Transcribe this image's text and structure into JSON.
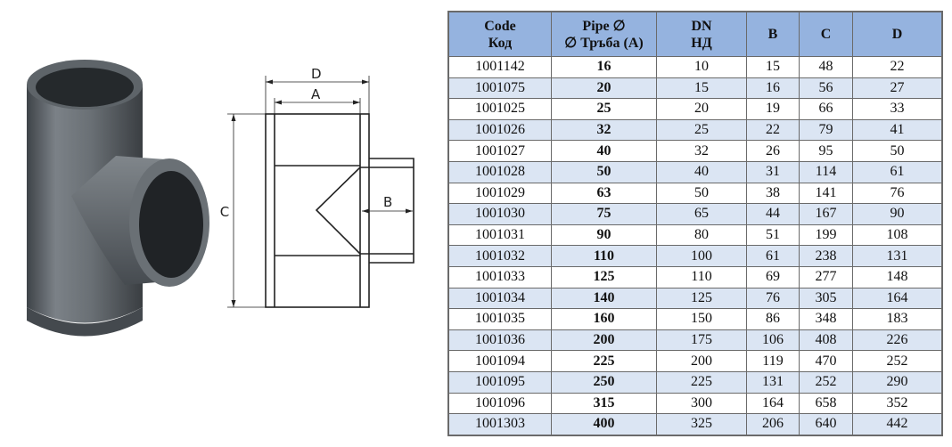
{
  "drawing": {
    "labels": {
      "d": "D",
      "a": "A",
      "b": "B",
      "c": "C"
    }
  },
  "table": {
    "headers": [
      {
        "line1": "Code",
        "line2": "Код"
      },
      {
        "line1": "Pipe ∅",
        "line2": "∅ Тръба (A)"
      },
      {
        "line1": "DN",
        "line2": "НД"
      },
      {
        "line1": "B",
        "line2": ""
      },
      {
        "line1": "C",
        "line2": ""
      },
      {
        "line1": "D",
        "line2": ""
      }
    ],
    "rows": [
      [
        "1001142",
        "16",
        "10",
        "15",
        "48",
        "22"
      ],
      [
        "1001075",
        "20",
        "15",
        "16",
        "56",
        "27"
      ],
      [
        "1001025",
        "25",
        "20",
        "19",
        "66",
        "33"
      ],
      [
        "1001026",
        "32",
        "25",
        "22",
        "79",
        "41"
      ],
      [
        "1001027",
        "40",
        "32",
        "26",
        "95",
        "50"
      ],
      [
        "1001028",
        "50",
        "40",
        "31",
        "114",
        "61"
      ],
      [
        "1001029",
        "63",
        "50",
        "38",
        "141",
        "76"
      ],
      [
        "1001030",
        "75",
        "65",
        "44",
        "167",
        "90"
      ],
      [
        "1001031",
        "90",
        "80",
        "51",
        "199",
        "108"
      ],
      [
        "1001032",
        "110",
        "100",
        "61",
        "238",
        "131"
      ],
      [
        "1001033",
        "125",
        "110",
        "69",
        "277",
        "148"
      ],
      [
        "1001034",
        "140",
        "125",
        "76",
        "305",
        "164"
      ],
      [
        "1001035",
        "160",
        "150",
        "86",
        "348",
        "183"
      ],
      [
        "1001036",
        "200",
        "175",
        "106",
        "408",
        "226"
      ],
      [
        "1001094",
        "225",
        "200",
        "119",
        "470",
        "252"
      ],
      [
        "1001095",
        "250",
        "225",
        "131",
        "252",
        "290"
      ],
      [
        "1001096",
        "315",
        "300",
        "164",
        "658",
        "352"
      ],
      [
        "1001303",
        "400",
        "325",
        "206",
        "640",
        "442"
      ]
    ]
  },
  "colors": {
    "header": "#95b3df",
    "alt_row": "#dbe5f3"
  }
}
